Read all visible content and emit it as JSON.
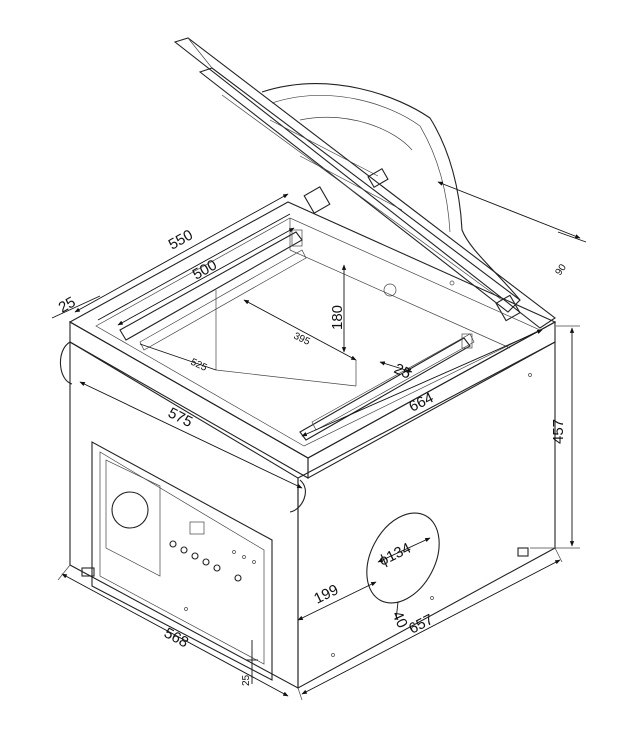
{
  "dimensions": {
    "d550": "550",
    "d500": "500",
    "d25_left": "25",
    "d180": "180",
    "d395": "395",
    "d525": "525",
    "d25_right": "25",
    "d575": "575",
    "d664": "664",
    "d90": "90",
    "d457": "457",
    "d134": "ϕ134",
    "d199": "199",
    "d40": "40",
    "d657": "657",
    "d568": "568",
    "d25_bottom": "25"
  }
}
